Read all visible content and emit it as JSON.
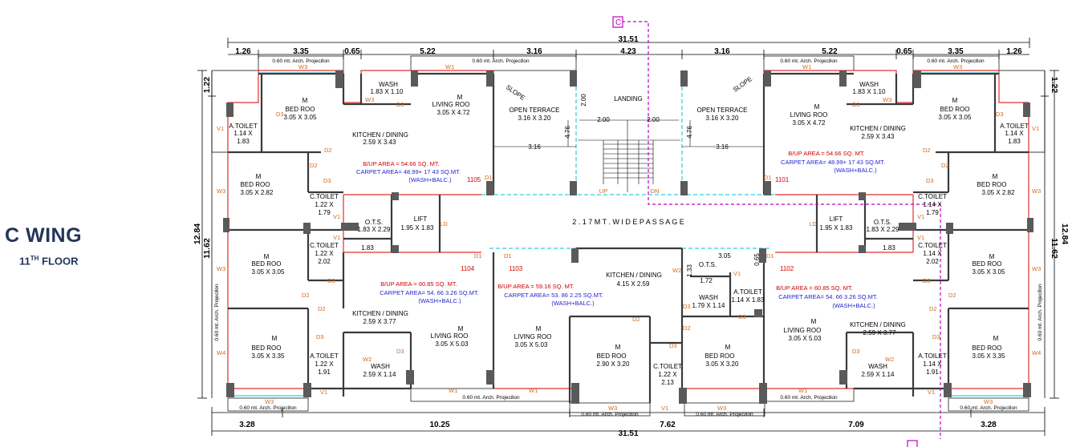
{
  "header": {
    "wing": "C WING",
    "floor_num": "11",
    "floor_sup": "TH",
    "floor_word": " FLOOR"
  },
  "dims": {
    "top_total": "31.51",
    "bottom_total": "31.51",
    "top": [
      "1.26",
      "3.35",
      "0.65",
      "5.22",
      "3.16",
      "4.23",
      "3.16",
      "5.22",
      "0.65",
      "3.35",
      "1.26"
    ],
    "bottom": [
      "3.28",
      "10.25",
      "7.62",
      "7.09",
      "3.28"
    ],
    "left_outer": "12.84",
    "left_inner": "11.62",
    "left_top": "1.22",
    "right_outer": "12.84",
    "right_inner": "11.62",
    "right_top": "1.22"
  },
  "corridor": "2 . 1 7   M T .   W I D E   P A S S A G E",
  "projection": "0.60 mt. Arch. Projec8on",
  "units": {
    "u1105": {
      "id": "1105",
      "bua": "B/UP AREA     = 54.66 SQ. MT.",
      "carpet": "CARPET AREA= 48.99+ 17 43 SQ.MT.",
      "extra": "(WASH+BALC.)"
    },
    "u1101": {
      "id": "1101",
      "bua": "B/UP AREA     = 54.66 SQ. MT.",
      "carpet": "CARPET AREA= 48.99+ 17 43 SQ.MT.",
      "extra": "(WASH+BALC.)"
    },
    "u1104": {
      "id": "1104",
      "bua": "B/UP AREA     = 60.85 SQ. MT.",
      "carpet": "CARPET AREA= 54. 66  3.26 SQ.MT.",
      "extra": "(WASH+BALC.)"
    },
    "u1103": {
      "id": "1103",
      "bua": "B/UP AREA     = 59.16 SQ. MT.",
      "carpet": "CARPET AREA= 53. 86  2.25 SQ.MT.",
      "extra": "(WASH+BALC.)"
    },
    "u1102": {
      "id": "1102",
      "bua": "B/UP AREA     = 60.85 SQ. MT.",
      "carpet": "CARPET AREA= 54. 66  3.26 SQ.MT.",
      "extra": "(WASH+BALC.)"
    }
  },
  "rooms": {
    "m": "M",
    "bed": "BED ROO",
    "living": "LIVING ROO",
    "kitchen": "KITCHEN / DINING",
    "terrace": "OPEN TERRACE",
    "landing": "LANDING",
    "lift": "LIFT",
    "ots": "O.T.S.",
    "wash": "WASH",
    "atoilet": "A.TOILET",
    "ctoilet": "C.TOILET",
    "slope": "SLOPE",
    "up": "UP",
    "dn": "DN",
    "ld": "LD"
  },
  "sizes": {
    "bed_305_305": "3.05 X 3.05",
    "bed_305_282": "3.05 X 2.82",
    "bed_305_335": "3.05 X 3.35",
    "bed_290_320": "2.90 X 3.20",
    "bed_305_320": "3.05 X 3.20",
    "liv_305_472": "3.05 X 4.72",
    "liv_305_503": "3.05 X 5.03",
    "kit_259_343": "2.59 X 3.43",
    "kit_259_377": "2.59 X 3.77",
    "kit_415_259": "4.15 X 2.59",
    "ter_316_320": "3.16 X 3.20",
    "lift_195_183": "1.95 X 1.83",
    "ots_183_229": "1.83 X 2.29",
    "wash_183_110": "1.83 X 1.10",
    "wash_259_114": "2.59 X 1.14",
    "wash_179_114": "1.79 X 1.14",
    "at_114": "1.14 X",
    "at_183": "1.83",
    "at_122": "1.22 X",
    "at_191": "1.91",
    "ct_122": "1.22 X",
    "ct_179": "1.79",
    "ct_202": "2.02",
    "ct_213": "2.13",
    "ct_114": "1.14 X",
    "at_114_183": "1.14 X 1.83",
    "stair_200": "2.00",
    "stair_476": "4.76",
    "stair_316": "3.16",
    "d183": "1.83",
    "d305": "3.05",
    "d172": "1.72",
    "d133": "1.33",
    "d065": "0.65"
  },
  "tags": {
    "d1": "D1",
    "d2": "D2",
    "d3": "D3",
    "w1": "W1",
    "w2": "W2",
    "w3": "W3",
    "w4": "W4",
    "v1": "V1"
  },
  "colors": {
    "wall": "#3a3a3a",
    "red_line": "#e03030",
    "cyan": "#00c0d0",
    "purple": "#c000c0",
    "title": "#23355c",
    "tag": "#d2691e"
  }
}
